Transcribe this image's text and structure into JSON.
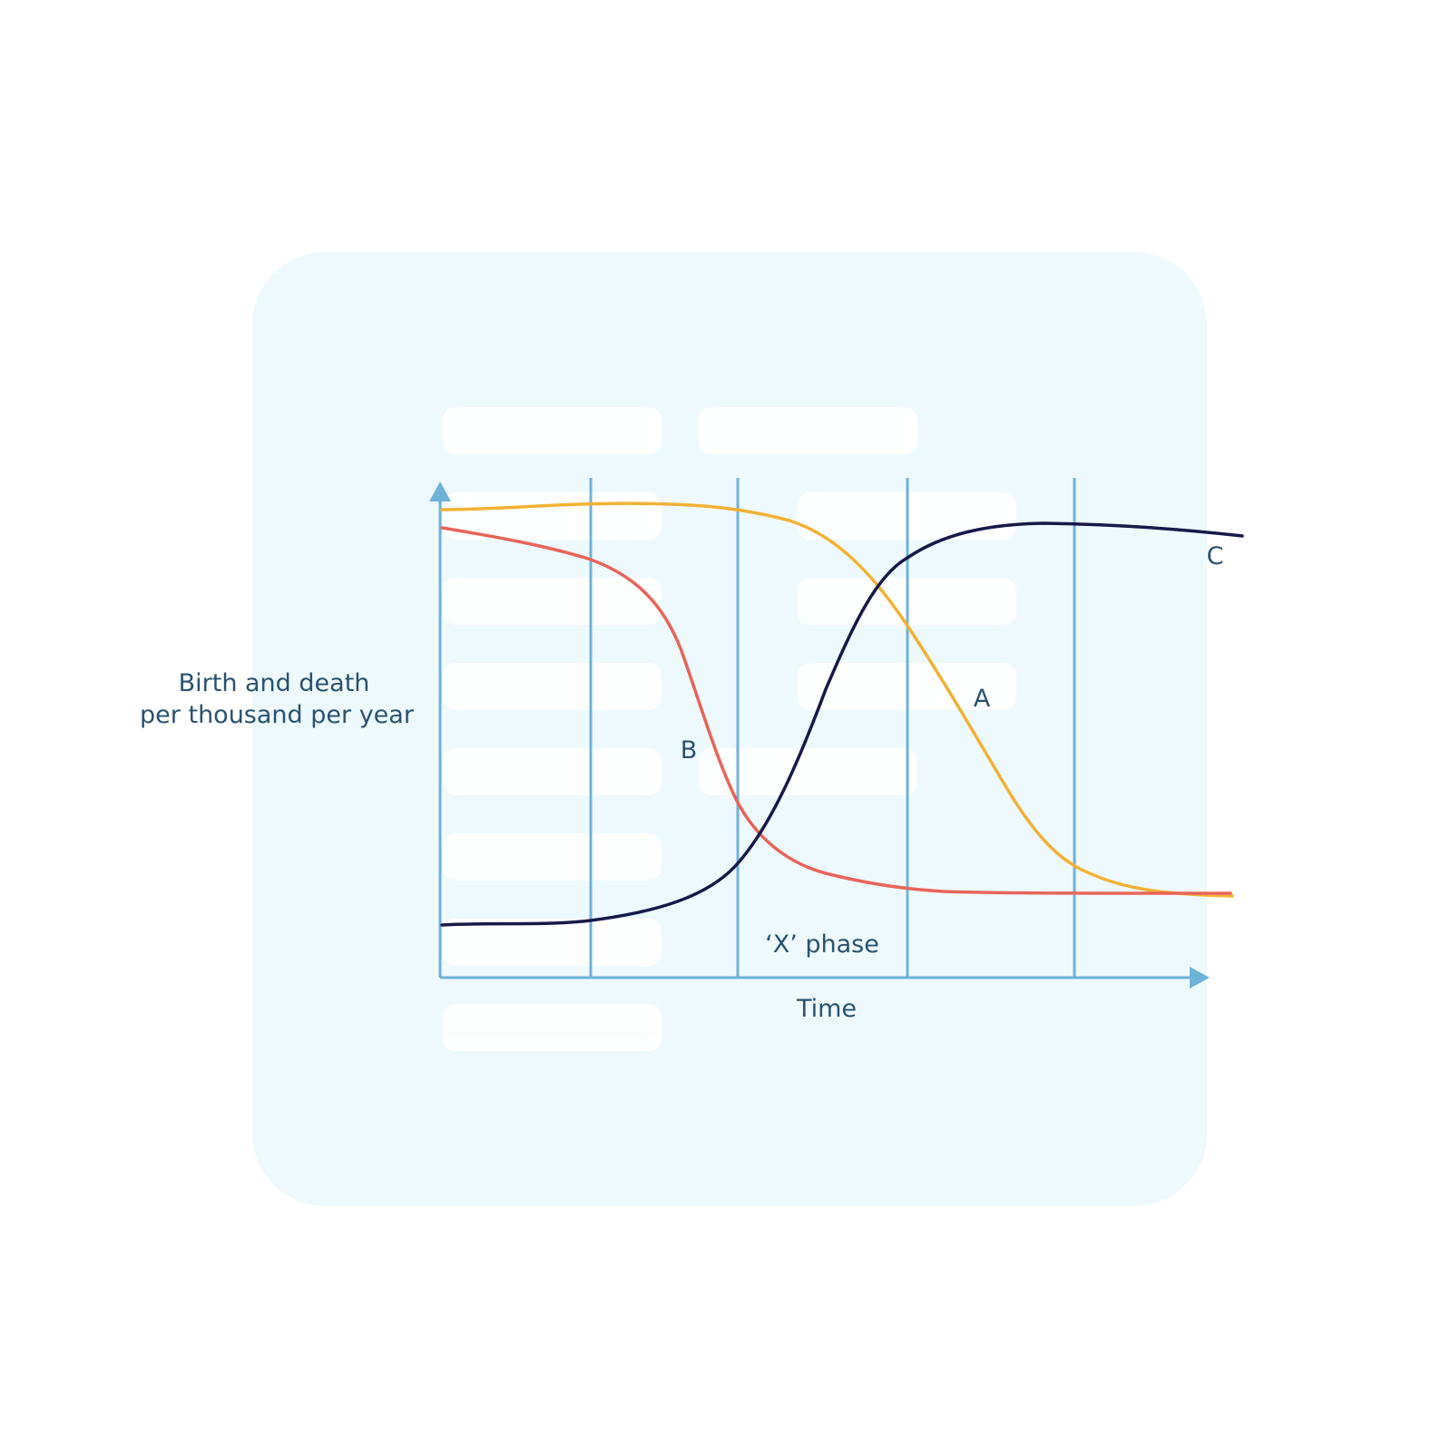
{
  "diagram": {
    "y_axis_label_line1": "Birth and death",
    "y_axis_label_line2": "per thousand per year",
    "x_axis_label": "Time",
    "phase_label": "‘X’ phase",
    "curves": [
      {
        "id": "A",
        "label": "A",
        "color": "#f2b134"
      },
      {
        "id": "B",
        "label": "B",
        "color": "#e8645a"
      },
      {
        "id": "C",
        "label": "C",
        "color": "#17194a"
      }
    ],
    "colors": {
      "background_panel": "#eef9fd",
      "placeholder_bars": "#ffffff",
      "axis": "#6fb2d8",
      "text": "#2a5170"
    }
  }
}
